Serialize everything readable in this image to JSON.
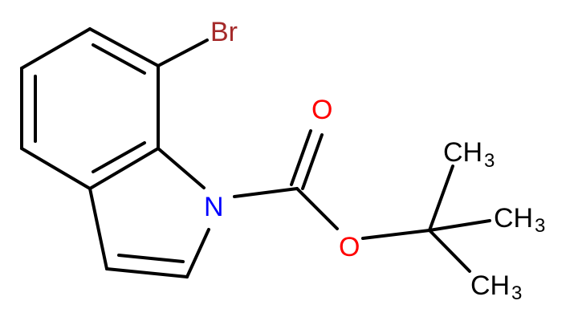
{
  "molecule": {
    "atoms": {
      "bromine": {
        "symbol": "Br",
        "color": "#a52a2a"
      },
      "nitrogen": {
        "symbol": "N",
        "color": "#0000ff"
      },
      "carbonyl_oxygen": {
        "symbol": "O",
        "color": "#ff0000"
      },
      "ester_oxygen": {
        "symbol": "O",
        "color": "#ff0000"
      },
      "methyl_top": {
        "symbol": "CH",
        "subscript": "3",
        "color": "#000000"
      },
      "methyl_right": {
        "symbol": "CH",
        "subscript": "3",
        "color": "#000000"
      },
      "methyl_bottom": {
        "symbol": "CH",
        "subscript": "3",
        "color": "#000000"
      }
    },
    "bond_color": "#000000"
  }
}
